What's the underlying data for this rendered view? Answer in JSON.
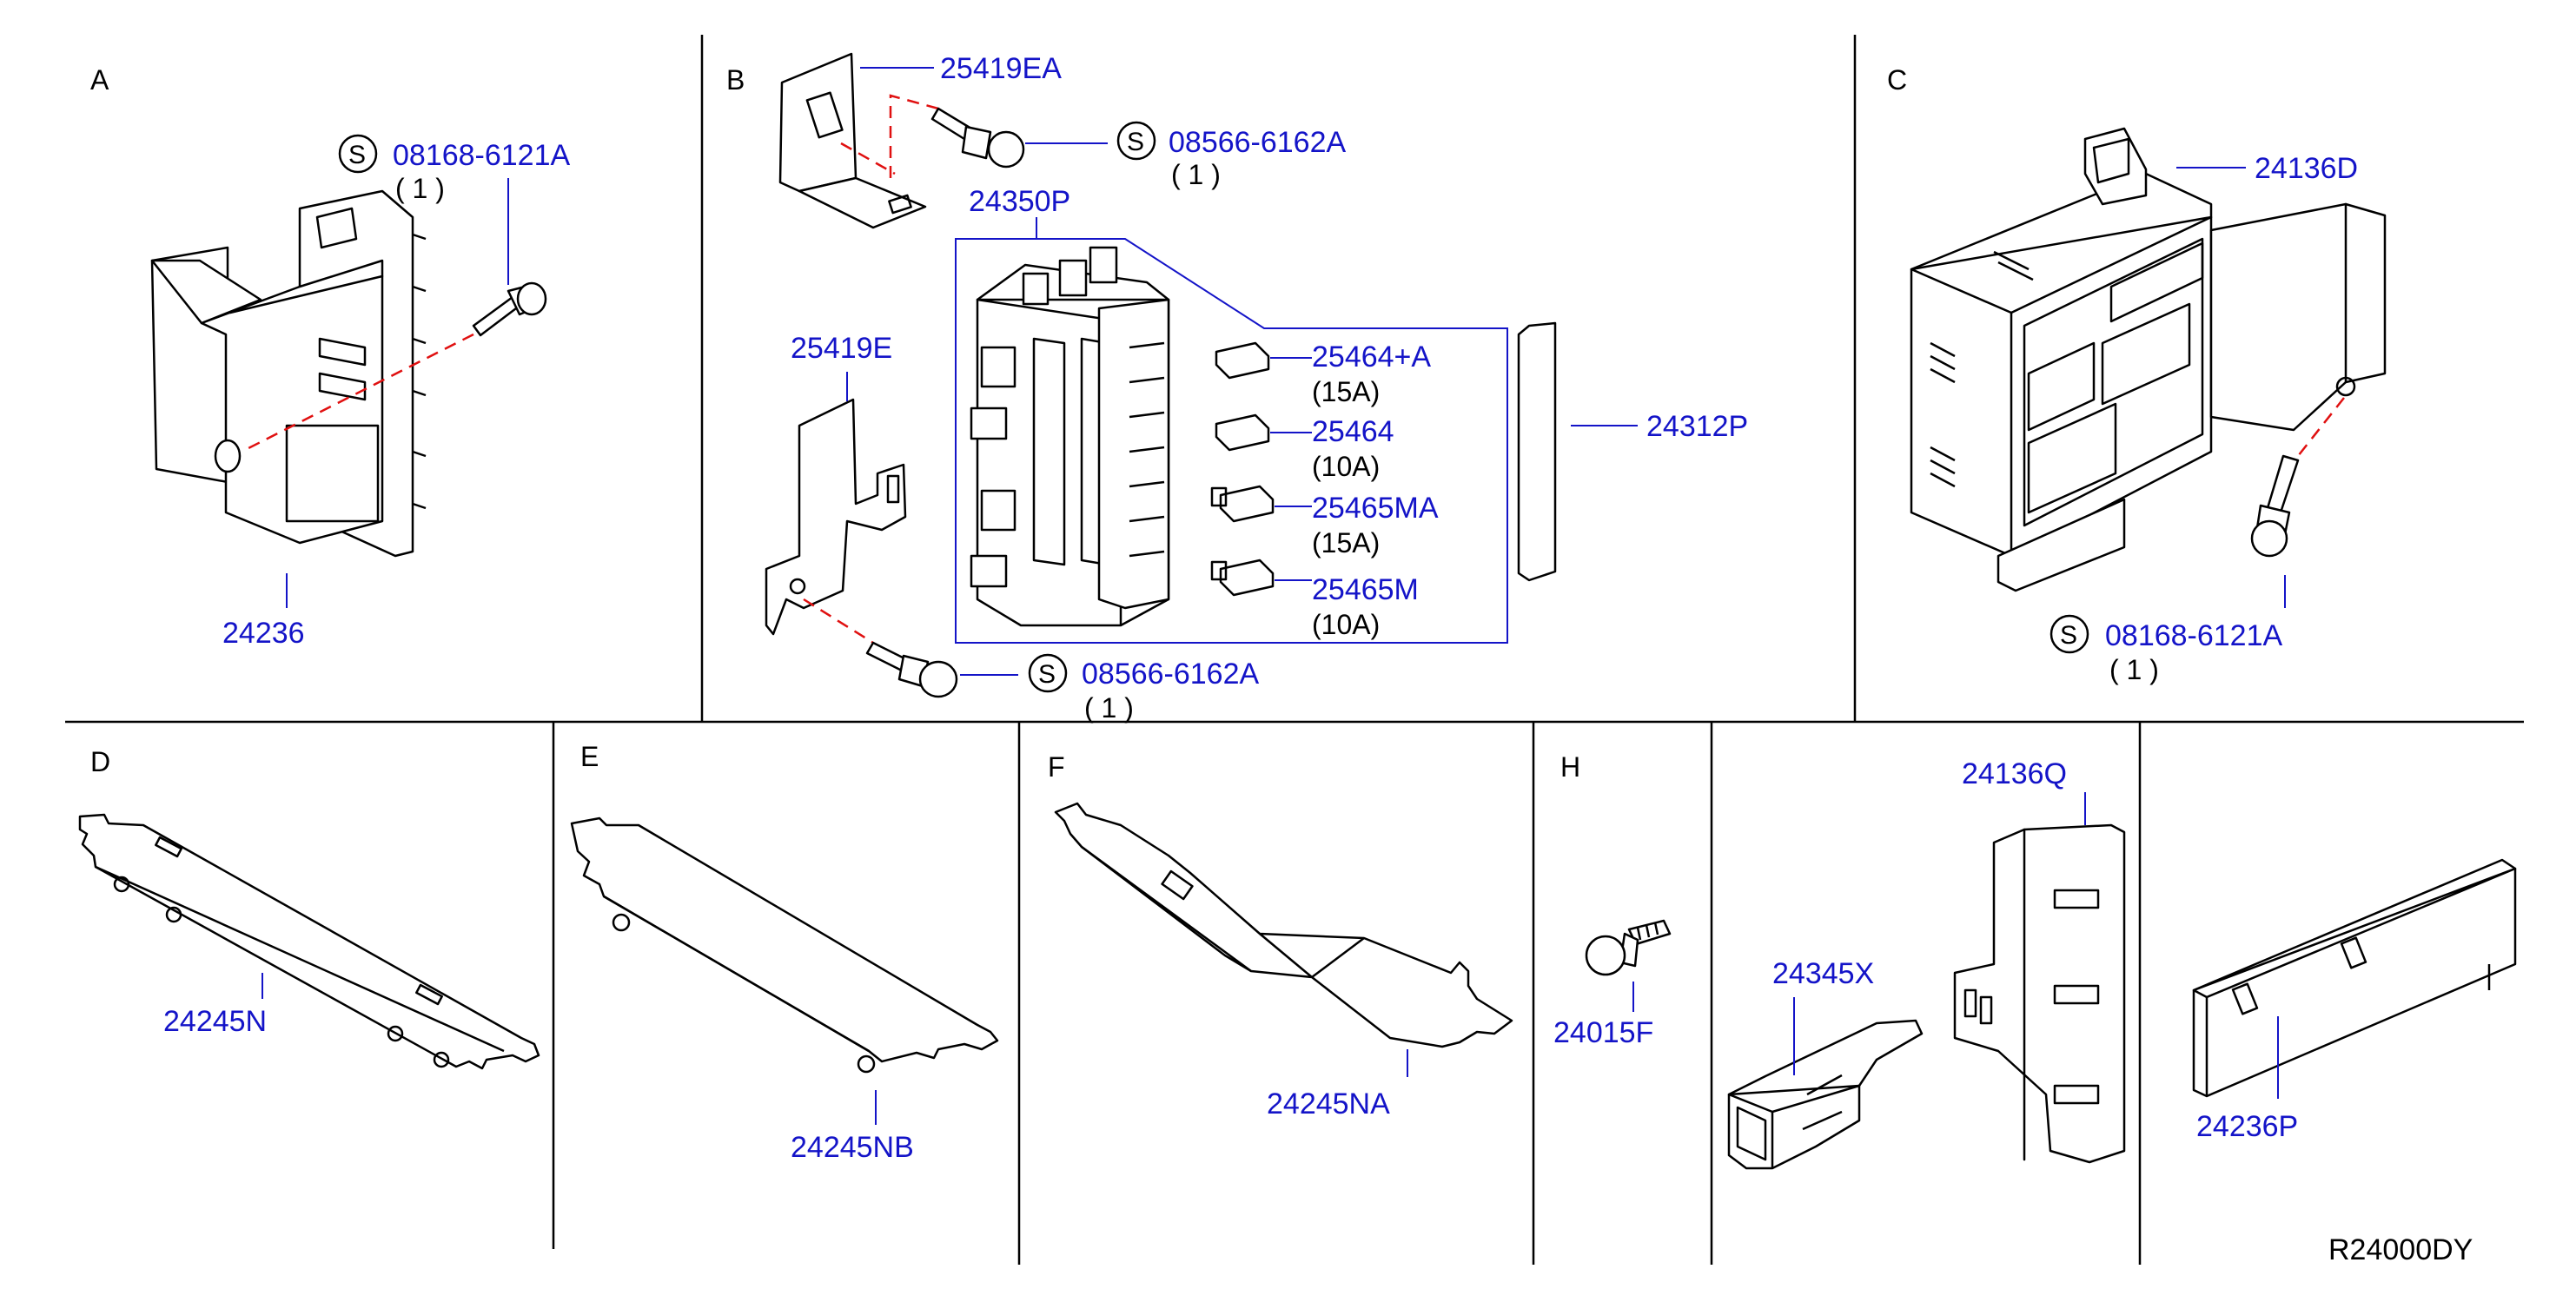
{
  "sections": {
    "a": "A",
    "b": "B",
    "c": "C",
    "d": "D",
    "e": "E",
    "f": "F",
    "h": "H"
  },
  "std_symbol": "S",
  "parts": {
    "p24236": "24236",
    "p08168_a": "08168-6121A",
    "q08168_a": "( 1 )",
    "p25419EA": "25419EA",
    "p08566_top": "08566-6162A",
    "q08566_top": "( 1 )",
    "p24350P": "24350P",
    "p25419E": "25419E",
    "p25464A": "25464+A",
    "r25464A": "(15A)",
    "p25464": "25464",
    "r25464": "(10A)",
    "p25465MA": "25465MA",
    "r25465MA": "(15A)",
    "p25465M": "25465M",
    "r25465M": "(10A)",
    "p24312P": "24312P",
    "p08566_bot": "08566-6162A",
    "q08566_bot": "( 1 )",
    "p24136D": "24136D",
    "p08168_c": "08168-6121A",
    "q08168_c": "( 1 )",
    "p24245N": "24245N",
    "p24245NB": "24245NB",
    "p24245NA": "24245NA",
    "p24015F": "24015F",
    "p24345X": "24345X",
    "p24136Q": "24136Q",
    "p24236P": "24236P"
  },
  "reference": "R24000DY",
  "colors": {
    "part_number": "#1414c8",
    "fastener_path": "#e01010",
    "line": "#000000"
  }
}
